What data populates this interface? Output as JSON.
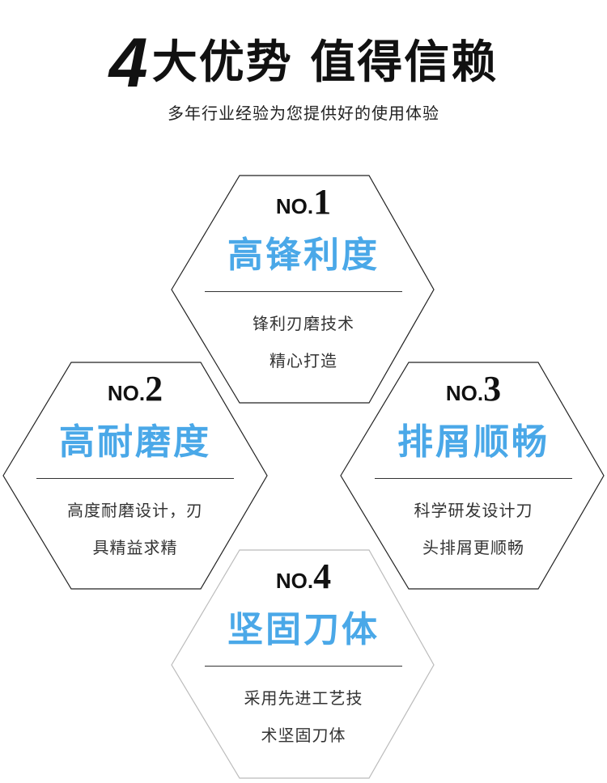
{
  "header": {
    "number": "4",
    "title": "大优势 值得信赖",
    "subtitle": "多年行业经验为您提供好的使用体验"
  },
  "colors": {
    "accent": "#4aa8e8",
    "outline": "#222222",
    "text": "#1a1a1a"
  },
  "advantages": [
    {
      "no_prefix": "NO",
      "no_number": "1",
      "title": "高锋利度",
      "desc_line1": "锋利刃磨技术",
      "desc_line2": "精心打造"
    },
    {
      "no_prefix": "NO",
      "no_number": "2",
      "title": "高耐磨度",
      "desc_line1": "高度耐磨设计，刃",
      "desc_line2": "具精益求精"
    },
    {
      "no_prefix": "NO",
      "no_number": "3",
      "title": "排屑顺畅",
      "desc_line1": "科学研发设计刀",
      "desc_line2": "头排屑更顺畅"
    },
    {
      "no_prefix": "NO",
      "no_number": "4",
      "title": "坚固刀体",
      "desc_line1": "采用先进工艺技",
      "desc_line2": "术坚固刀体"
    }
  ]
}
